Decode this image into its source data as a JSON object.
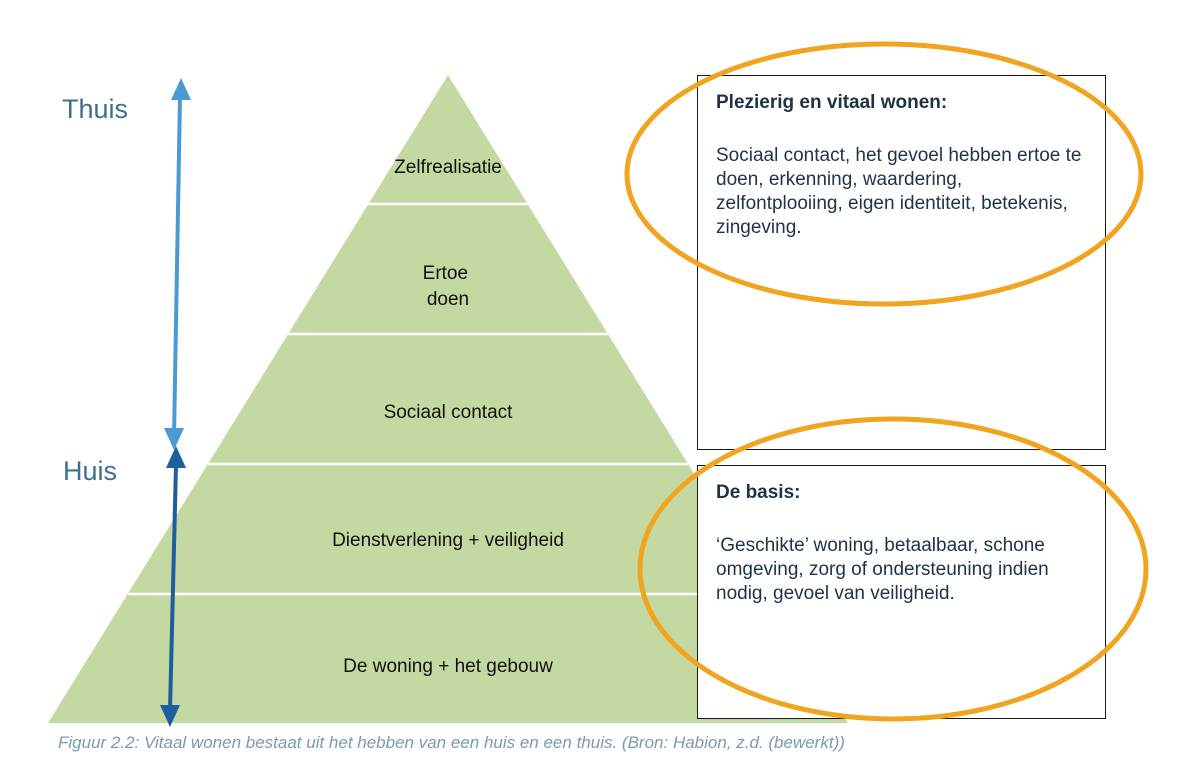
{
  "labels": {
    "thuis": "Thuis",
    "huis": "Huis"
  },
  "pyramid": {
    "levels": [
      {
        "lines": [
          "Zelfrealisatie"
        ]
      },
      {
        "lines": [
          "Ertoe",
          "doen"
        ]
      },
      {
        "lines": [
          "Sociaal contact"
        ]
      },
      {
        "lines": [
          "Dienstverlening + veiligheid"
        ]
      },
      {
        "lines": [
          "De woning + het gebouw"
        ]
      }
    ]
  },
  "top_box": {
    "title": "Plezierig en vitaal wonen:",
    "text": "Sociaal contact, het gevoel hebben ertoe te doen, erkenning, waardering, zelfontplooiing, eigen identiteit, betekenis, zingeving."
  },
  "bottom_box": {
    "title": "De basis:",
    "text": "‘Geschikte’ woning, betaalbaar, schone omgeving, zorg of ondersteuning indien nodig, gevoel van veiligheid."
  },
  "caption": "Figuur 2.2: Vitaal wonen bestaat uit het hebben van een huis en een thuis. (Bron: Habion, z.d. (bewerkt))",
  "colors": {
    "pyramid_fill": "#c4d9a2",
    "separator": "#ffffff",
    "arrow_light_blue": "#4a9ad4",
    "arrow_dark_blue": "#1f5e9e",
    "orange": "#f0a41f",
    "up_arrow": "#f5b61a"
  }
}
